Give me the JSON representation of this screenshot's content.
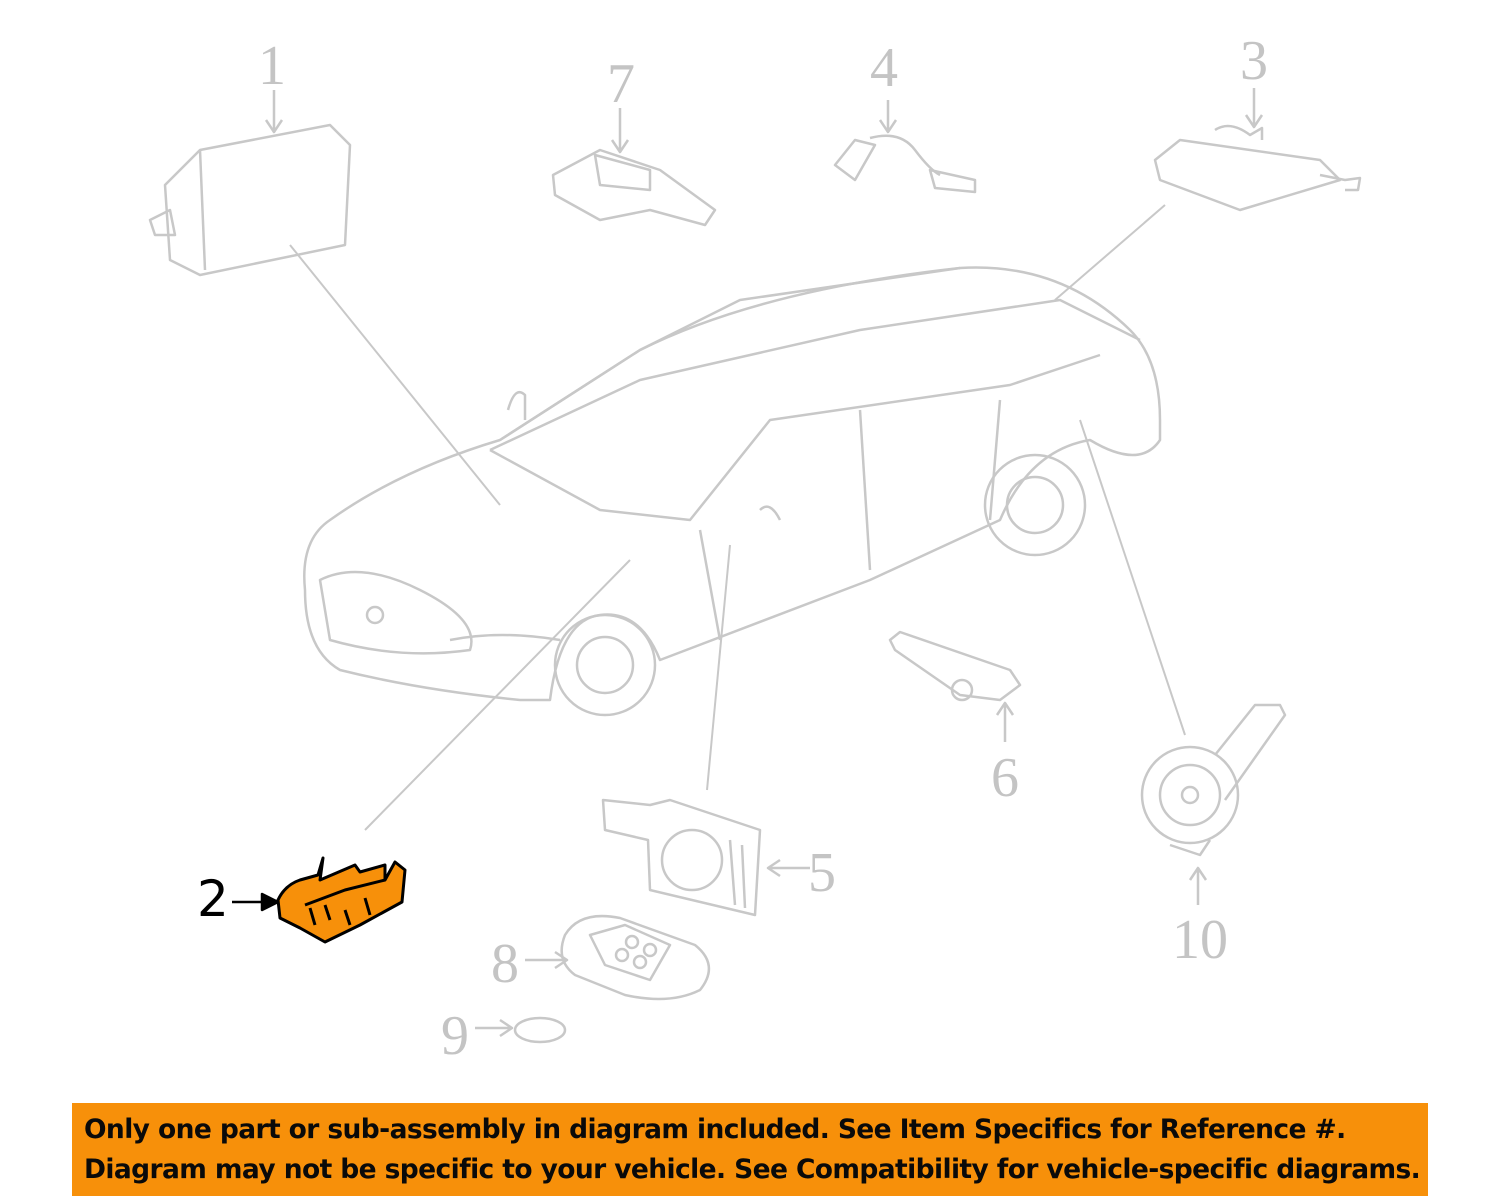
{
  "diagram": {
    "callouts": [
      {
        "ref": "1",
        "part": "control-module"
      },
      {
        "ref": "2",
        "part": "bracket",
        "highlighted": true
      },
      {
        "ref": "3",
        "part": "antenna-module"
      },
      {
        "ref": "4",
        "part": "wire-harness"
      },
      {
        "ref": "5",
        "part": "siren"
      },
      {
        "ref": "6",
        "part": "sensor"
      },
      {
        "ref": "7",
        "part": "sensor-module"
      },
      {
        "ref": "8",
        "part": "key-fob"
      },
      {
        "ref": "9",
        "part": "battery"
      },
      {
        "ref": "10",
        "part": "horn"
      }
    ],
    "highlight_color": "#F7900A",
    "line_color": "#c8c8c8"
  },
  "banner": {
    "line1": "Only one part or sub-assembly in diagram included. See Item Specifics for Reference #.",
    "line2": "Diagram may not be specific to your vehicle. See Compatibility for vehicle-specific diagrams.",
    "background": "#F7900A"
  }
}
